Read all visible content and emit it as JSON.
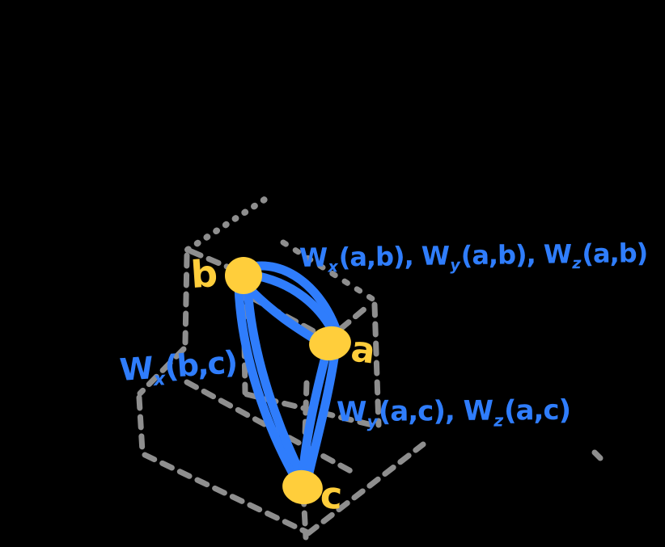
{
  "colors": {
    "background": "#000000",
    "edge_blue": "#2F7DFC",
    "node_yellow": "#FFCE3B",
    "wire_gray": "#8E8E8E"
  },
  "graph": {
    "nodes": [
      {
        "id": "a",
        "label": "a"
      },
      {
        "id": "b",
        "label": "b"
      },
      {
        "id": "c",
        "label": "c"
      }
    ],
    "edge_labels": [
      {
        "id": "ab",
        "parts": [
          {
            "base": "W",
            "sub": "x",
            "rest": "(a,b), "
          },
          {
            "base": "W",
            "sub": "y",
            "rest": "(a,b), "
          },
          {
            "base": "W",
            "sub": "z",
            "rest": "(a,b)"
          }
        ]
      },
      {
        "id": "bc",
        "parts": [
          {
            "base": "W",
            "sub": "x",
            "rest": "(b,c)"
          }
        ]
      },
      {
        "id": "ac",
        "parts": [
          {
            "base": "W",
            "sub": "y",
            "rest": "(a,c), "
          },
          {
            "base": "W",
            "sub": "z",
            "rest": "(a,c)"
          }
        ]
      }
    ]
  }
}
